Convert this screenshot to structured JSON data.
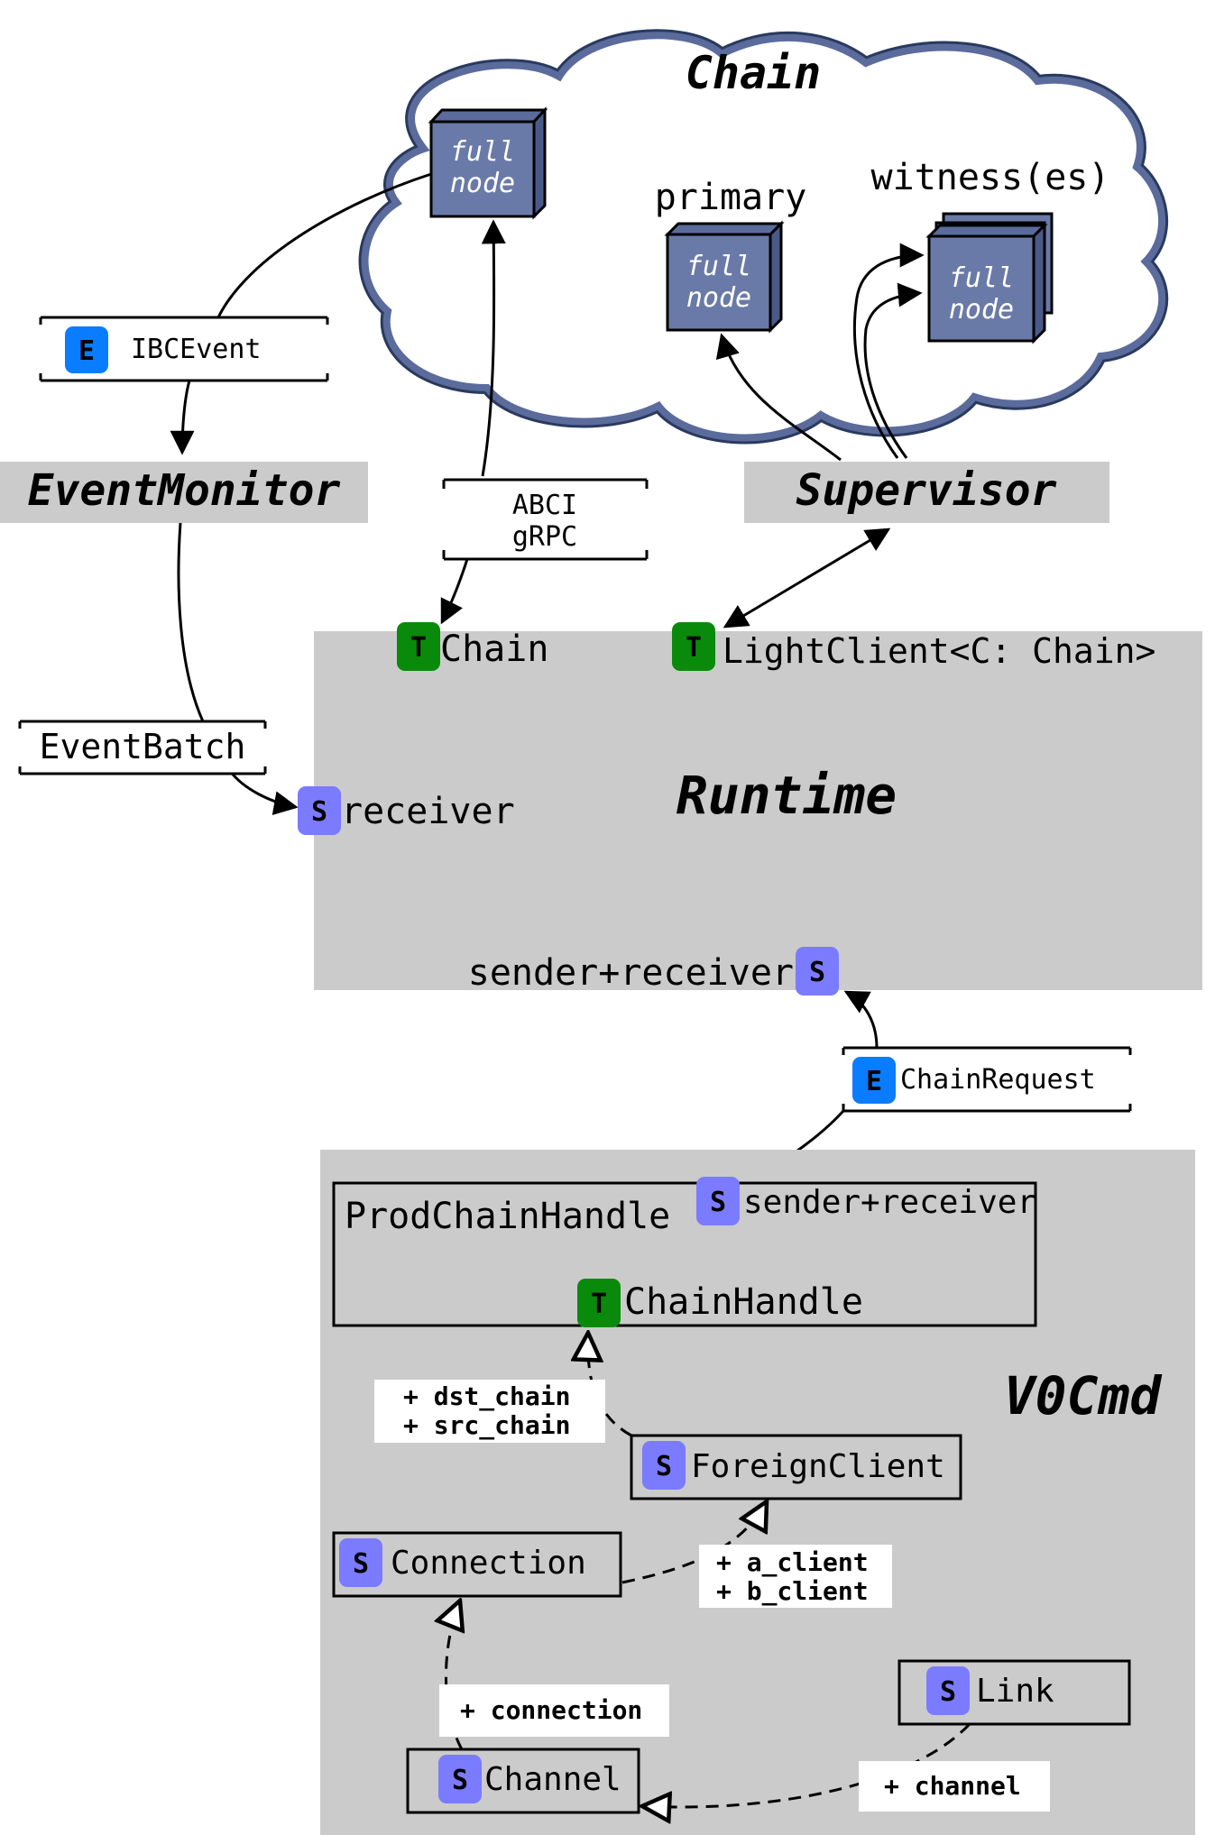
{
  "cloud": {
    "title": "Chain"
  },
  "nodes": {
    "full_node_1": {
      "line1": "full",
      "line2": "node"
    },
    "primary": {
      "label": "primary",
      "line1": "full",
      "line2": "node"
    },
    "witnesses": {
      "label": "witness(es)",
      "line1": "full",
      "line2": "node"
    }
  },
  "components": {
    "event_monitor": "EventMonitor",
    "supervisor": "Supervisor",
    "runtime": "Runtime",
    "v0cmd": "V0Cmd"
  },
  "messages": {
    "ibc_event": {
      "badge": "E",
      "label": "IBCEvent"
    },
    "abci": {
      "line1": "ABCI",
      "line2": "gRPC"
    },
    "event_batch": {
      "label": "EventBatch"
    },
    "chain_request": {
      "badge": "E",
      "label": "ChainRequest"
    }
  },
  "runtime_ports": {
    "chain": {
      "badge": "T",
      "label": "Chain"
    },
    "light_client": {
      "badge": "T",
      "label": "LightClient<C: Chain>"
    },
    "receiver": {
      "badge": "S",
      "label": "receiver"
    },
    "sender_receiver": {
      "badge": "S",
      "label": "sender+receiver"
    }
  },
  "v0cmd_items": {
    "prod_chain_handle": "ProdChainHandle",
    "prod_sender_receiver": {
      "badge": "S",
      "label": "sender+receiver"
    },
    "chain_handle": {
      "badge": "T",
      "label": "ChainHandle"
    },
    "foreign_client": {
      "badge": "S",
      "label": "ForeignClient"
    },
    "connection": {
      "badge": "S",
      "label": "Connection"
    },
    "channel": {
      "badge": "S",
      "label": "Channel"
    },
    "link": {
      "badge": "S",
      "label": "Link"
    }
  },
  "relations": {
    "dst_src": [
      "+ dst_chain",
      "+ src_chain"
    ],
    "clients": [
      "+ a_client",
      "+ b_client"
    ],
    "connection": [
      "+ connection"
    ],
    "channel": [
      "+ channel"
    ]
  },
  "colors": {
    "cloud_fill": "#ffffff",
    "cloud_stroke": "#2a3a5e",
    "cloud_inner": "#5a6b9c",
    "node_fill": "#6a7aa8",
    "panel_gray": "#cbcbcb",
    "badge_E": "#0a7cff",
    "badge_T": "#0a8a0a",
    "badge_S": "#7b7bff"
  }
}
